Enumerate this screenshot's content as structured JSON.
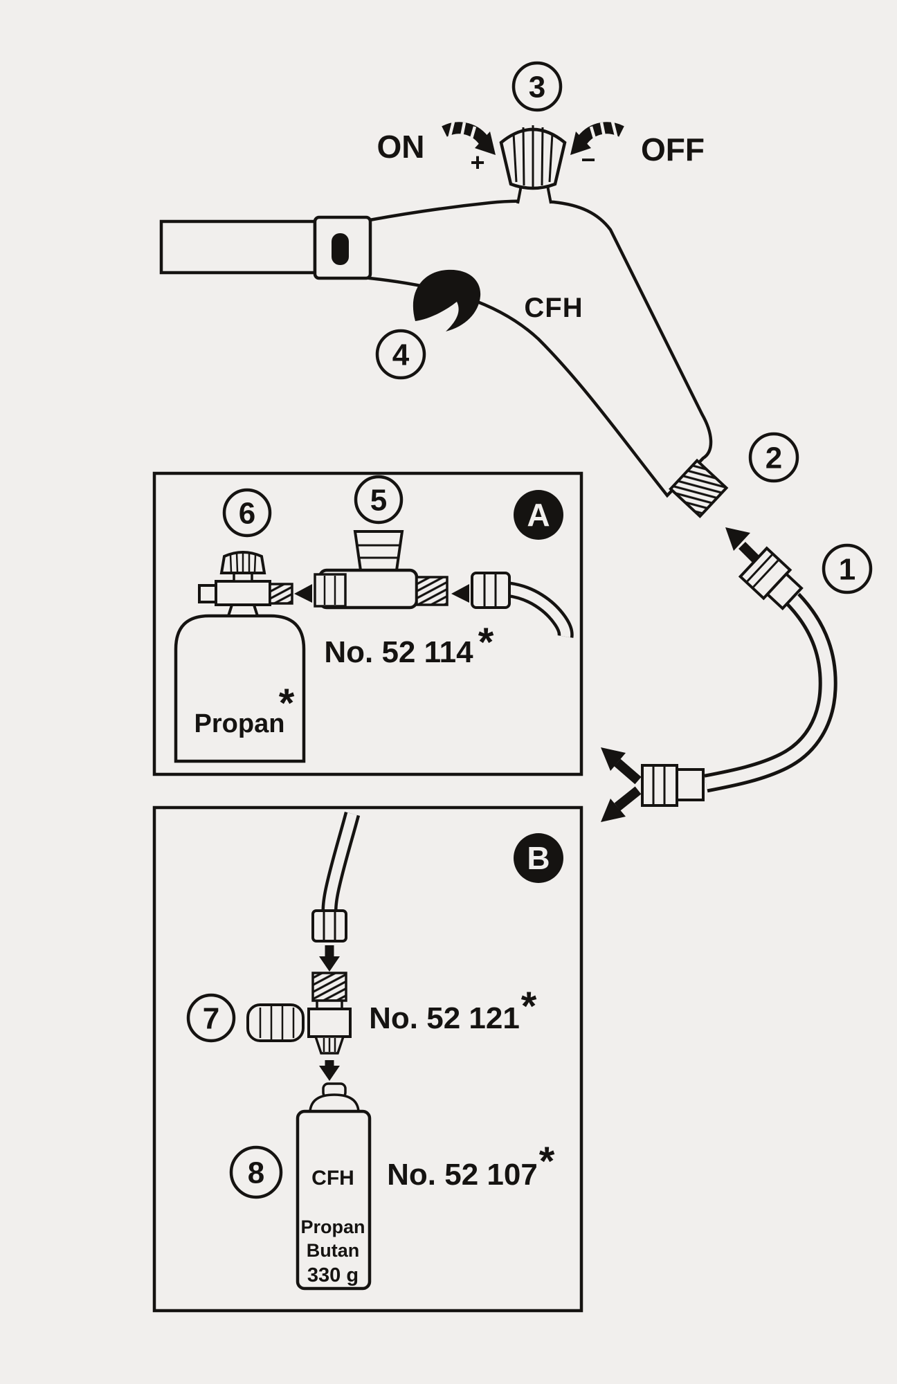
{
  "labels": {
    "on": "ON",
    "off": "OFF",
    "plus": "+",
    "minus": "−"
  },
  "steps": {
    "s1": "1",
    "s2": "2",
    "s3": "3",
    "s4": "4",
    "s5": "5",
    "s6": "6",
    "s7": "7",
    "s8": "8"
  },
  "brand": {
    "torch": "CFH"
  },
  "panel_a": {
    "badge": "A",
    "part_no": "No. 52 114",
    "asterisk": "*",
    "bottle_label": "Propan"
  },
  "panel_b": {
    "badge": "B",
    "valve_part_no": "No. 52 121",
    "cart_part_no": "No. 52 107",
    "asterisk": "*",
    "cart_brand": "CFH",
    "cart_line1": "Propan",
    "cart_line2": "Butan",
    "cart_weight": "330 g"
  },
  "colors": {
    "ink": "#151311",
    "paper": "#f1efed"
  }
}
